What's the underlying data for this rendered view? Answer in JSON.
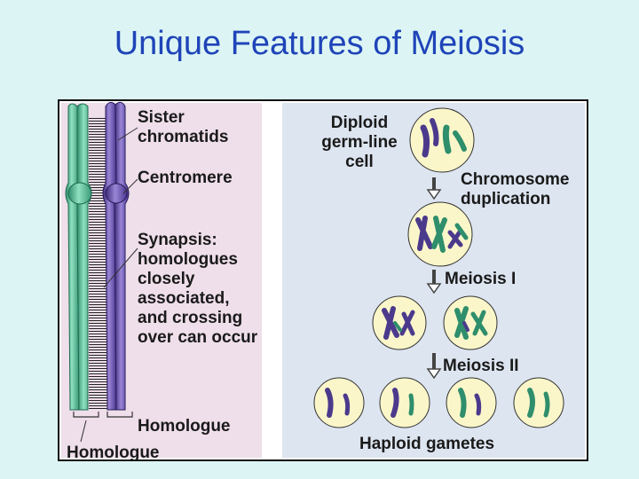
{
  "slide": {
    "title": "Unique Features of Meiosis"
  },
  "left_panel": {
    "sister_chromatids": "Sister chromatids",
    "centromere": "Centromere",
    "synapsis": "Synapsis: homologues closely associated, and crossing over can occur",
    "homologue_right": "Homologue",
    "homologue_left": "Homologue"
  },
  "right_panel": {
    "diploid_cell": "Diploid germ-line cell",
    "chromosome_duplication": "Chromosome duplication",
    "meiosis_1": "Meiosis I",
    "meiosis_2": "Meiosis II",
    "haploid_gametes": "Haploid gametes"
  },
  "colors": {
    "green_chromosome": "#5cbf9a",
    "purple_chromosome": "#6a54a6",
    "cell_fill": "#fbf6c9",
    "left_panel_bg": "#efdfea",
    "right_panel_bg": "#dde5f0",
    "title": "#1f44b8"
  }
}
